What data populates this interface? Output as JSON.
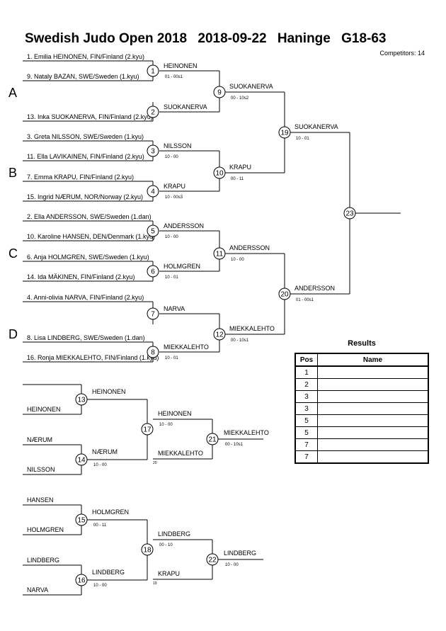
{
  "header": {
    "event": "Swedish Judo Open 2018",
    "date": "2018-09-22",
    "location": "Haninge",
    "category": "G18-63",
    "competitors": "Competitors: 14"
  },
  "pools": [
    "A",
    "B",
    "C",
    "D"
  ],
  "entries": [
    "1. Emilia HEINONEN, FIN/Finland (2.kyu)",
    "9. Nataly BAZAN, SWE/Sweden (1.kyu)",
    "13. Inka SUOKANERVA, FIN/Finland (2.kyu)",
    "3. Greta NILSSON, SWE/Sweden (1.kyu)",
    "11. Ella LAVIKAINEN, FIN/Finland (2.kyu)",
    "7. Emma KRAPU, FIN/Finland (2.kyu)",
    "15. Ingrid NÆRUM, NOR/Norway (2.kyu)",
    "2. Ella ANDERSSON, SWE/Sweden (1.dan)",
    "10. Karoline HANSEN, DEN/Denmark (1.kyu)",
    "6. Anja HOLMGREN, SWE/Sweden (1.kyu)",
    "14. Ida MÄKINEN, FIN/Finland (2.kyu)",
    "4. Anni-olivia NARVA, FIN/Finland (2.kyu)",
    "8. Lisa LINDBERG, SWE/Sweden (1.dan)",
    "16. Ronja MIEKKALEHTO, FIN/Finland (1.kyu)"
  ],
  "matches": [
    {
      "n": "1",
      "winner": "HEINONEN",
      "score": "01 - 00s1"
    },
    {
      "n": "2",
      "winner": "SUOKANERVA",
      "score": ""
    },
    {
      "n": "3",
      "winner": "NILSSON",
      "score": "10 - 00"
    },
    {
      "n": "4",
      "winner": "KRAPU",
      "score": "10 - 00s3"
    },
    {
      "n": "5",
      "winner": "ANDERSSON",
      "score": "10 - 00"
    },
    {
      "n": "6",
      "winner": "HOLMGREN",
      "score": "10 - 01"
    },
    {
      "n": "7",
      "winner": "NARVA",
      "score": ""
    },
    {
      "n": "8",
      "winner": "MIEKKALEHTO",
      "score": "10 - 01"
    },
    {
      "n": "9",
      "winner": "SUOKANERVA",
      "score": "00 - 10s2"
    },
    {
      "n": "10",
      "winner": "KRAPU",
      "score": "00 - 11"
    },
    {
      "n": "11",
      "winner": "ANDERSSON",
      "score": "10 - 00"
    },
    {
      "n": "12",
      "winner": "MIEKKALEHTO",
      "score": "00 - 10s1"
    },
    {
      "n": "19",
      "winner": "SUOKANERVA",
      "score": "10 - 01"
    },
    {
      "n": "20",
      "winner": "ANDERSSON",
      "score": "01 - 00s1"
    },
    {
      "n": "23",
      "winner": "",
      "score": ""
    }
  ],
  "repechage": [
    {
      "in": [
        "HEINONEN",
        "NÆRUM",
        "NILSSON"
      ],
      "matches": [
        {
          "n": "13",
          "winner": "HEINONEN",
          "score": ""
        },
        {
          "n": "14",
          "winner": "NÆRUM",
          "score": "10 - 00"
        },
        {
          "n": "17",
          "winner": "HEINONEN",
          "score": "10 - 00",
          "opponent": "MIEKKALEHTO",
          "note": "20"
        },
        {
          "n": "21",
          "winner": "MIEKKALEHTO",
          "score": "00 - 10s1"
        }
      ]
    },
    {
      "in": [
        "HANSEN",
        "HOLMGREN",
        "LINDBERG",
        "NARVA"
      ],
      "matches": [
        {
          "n": "15",
          "winner": "HOLMGREN",
          "score": "00 - 11"
        },
        {
          "n": "16",
          "winner": "LINDBERG",
          "score": "10 - 00"
        },
        {
          "n": "18",
          "winner": "LINDBERG",
          "score": "00 - 10",
          "opponent": "KRAPU",
          "note": "19"
        },
        {
          "n": "22",
          "winner": "LINDBERG",
          "score": "10 - 00"
        }
      ]
    }
  ],
  "results": {
    "title": "Results",
    "col_pos": "Pos",
    "col_name": "Name",
    "rows": [
      {
        "pos": "1",
        "name": ""
      },
      {
        "pos": "2",
        "name": ""
      },
      {
        "pos": "3",
        "name": ""
      },
      {
        "pos": "3",
        "name": ""
      },
      {
        "pos": "5",
        "name": ""
      },
      {
        "pos": "5",
        "name": ""
      },
      {
        "pos": "7",
        "name": ""
      },
      {
        "pos": "7",
        "name": ""
      }
    ]
  }
}
